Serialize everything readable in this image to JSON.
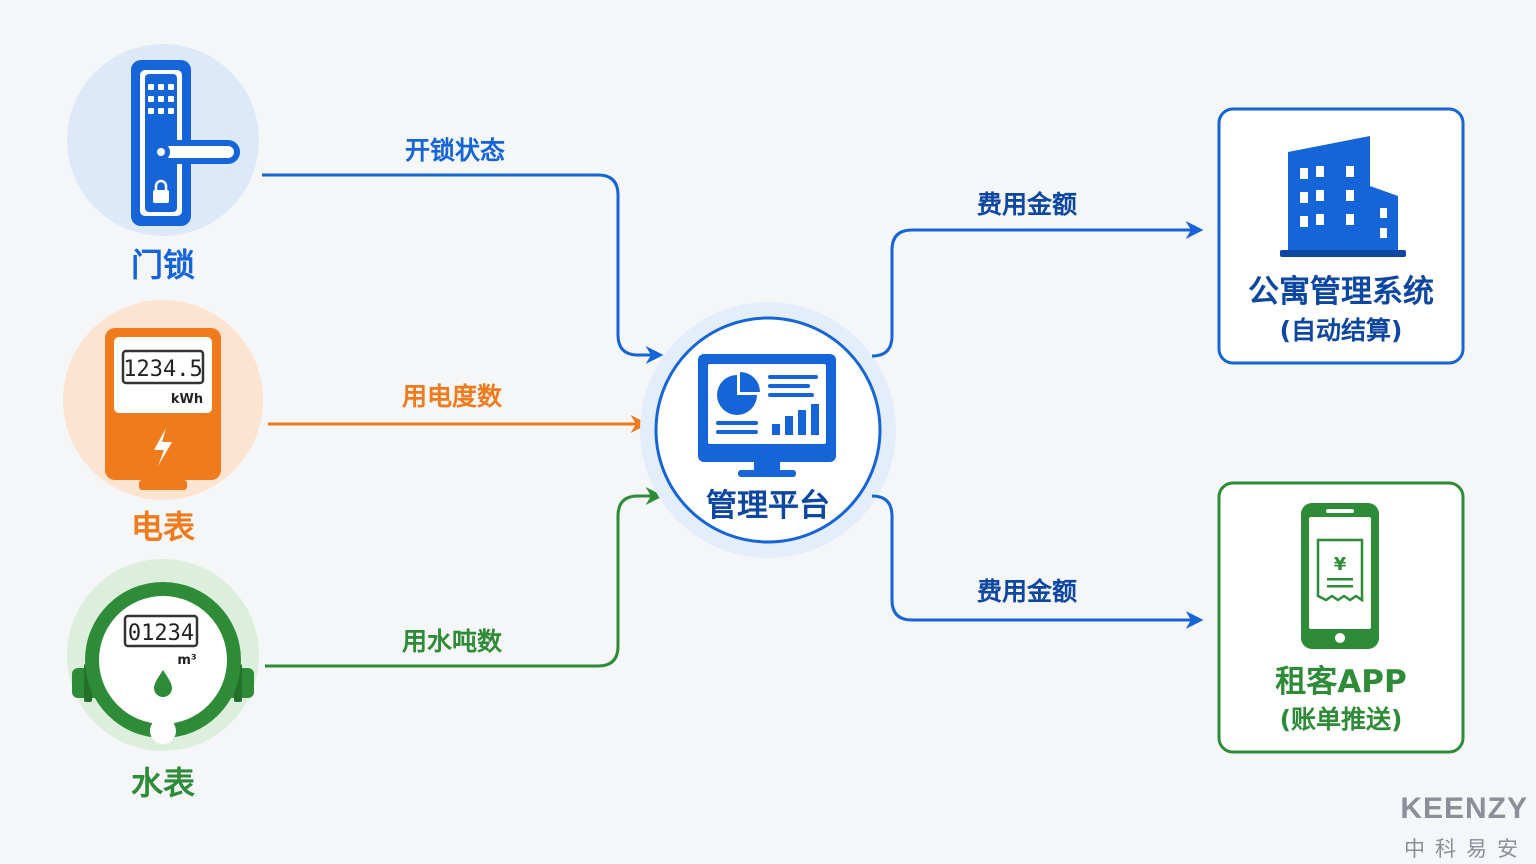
{
  "colors": {
    "blue": "#1565d8",
    "orange": "#f07b1c",
    "green": "#2e8b37",
    "dark_blue": "#0d47a1",
    "background": "#f5f6f8",
    "brand_gray": "#8a8f99"
  },
  "devices": {
    "lock": {
      "label": "门锁",
      "icon": "door-lock-icon"
    },
    "electric_meter": {
      "label": "电表",
      "reading": "1234.5",
      "unit": "kWh",
      "icon": "electric-meter-icon"
    },
    "water_meter": {
      "label": "水表",
      "reading": "01234",
      "unit": "m³",
      "icon": "water-meter-icon"
    }
  },
  "edges": {
    "lock_to_platform": "开锁状态",
    "meter_to_platform": "用电度数",
    "water_to_platform": "用水吨数",
    "platform_to_apartment": "费用金额",
    "platform_to_tenant": "费用金额"
  },
  "platform": {
    "label": "管理平台",
    "icon": "dashboard-monitor-icon"
  },
  "apartment_system": {
    "title": "公寓管理系统",
    "subtitle": "(自动结算)",
    "icon": "building-icon"
  },
  "tenant_app": {
    "title": "租客APP",
    "subtitle": "(账单推送)",
    "icon": "phone-bill-icon"
  },
  "brand": {
    "name": "KEENZY",
    "chinese": "中科易安"
  }
}
